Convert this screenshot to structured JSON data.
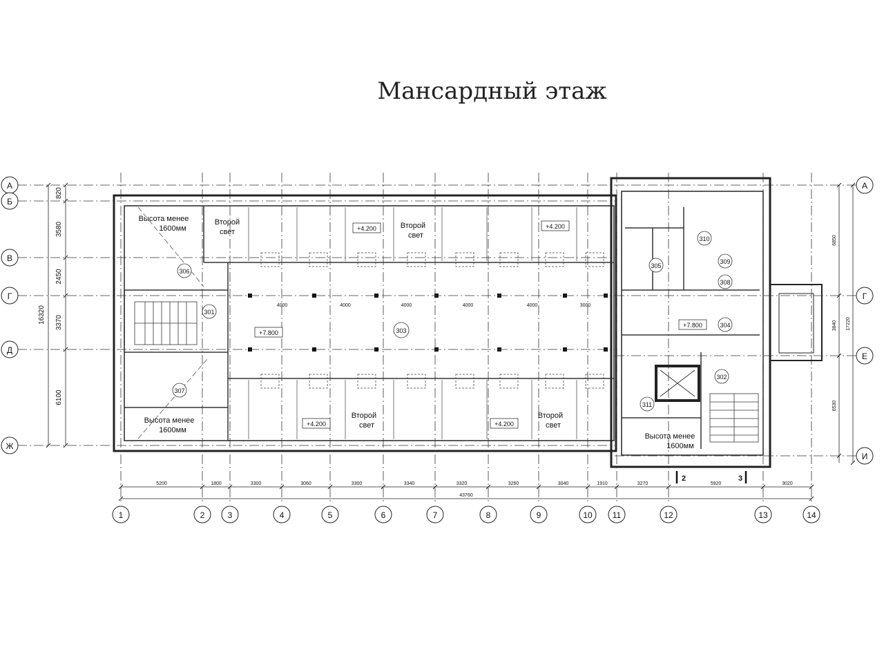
{
  "title": "Мансардный этаж",
  "col_axes": [
    "1",
    "2",
    "3",
    "4",
    "5",
    "6",
    "7",
    "8",
    "9",
    "10",
    "11",
    "12",
    "13",
    "14"
  ],
  "row_axes_left": [
    "А",
    "Б",
    "В",
    "Г",
    "Д",
    "Ж"
  ],
  "row_axes_right": [
    "А",
    "Г",
    "Е",
    "И"
  ],
  "bottom_dims": [
    "5200",
    "1800",
    "3300",
    "3060",
    "3300",
    "3340",
    "3320",
    "3260",
    "3040",
    "1910",
    "3270",
    "5920",
    "3020"
  ],
  "overall_dim": "43760",
  "left_dims": [
    "820",
    "3580",
    "2450",
    "3370",
    "6100"
  ],
  "left_total": "16320",
  "right_dims": [
    "6850",
    "3840",
    "6530"
  ],
  "right_total": "17220",
  "column_spacing": [
    "4000",
    "4000",
    "4000",
    "4000",
    "4000",
    "3000"
  ],
  "rooms": [
    "301",
    "302",
    "303",
    "304",
    "305",
    "306",
    "307",
    "308",
    "309",
    "310",
    "311"
  ],
  "labels": {
    "low_height_1": "Высота менее",
    "low_height_2": "1600мм",
    "second_light_1": "Второй",
    "second_light_2": "свет",
    "level_high": "+7.800",
    "level_low": "+4.200"
  },
  "section_marks": [
    "2",
    "3"
  ]
}
